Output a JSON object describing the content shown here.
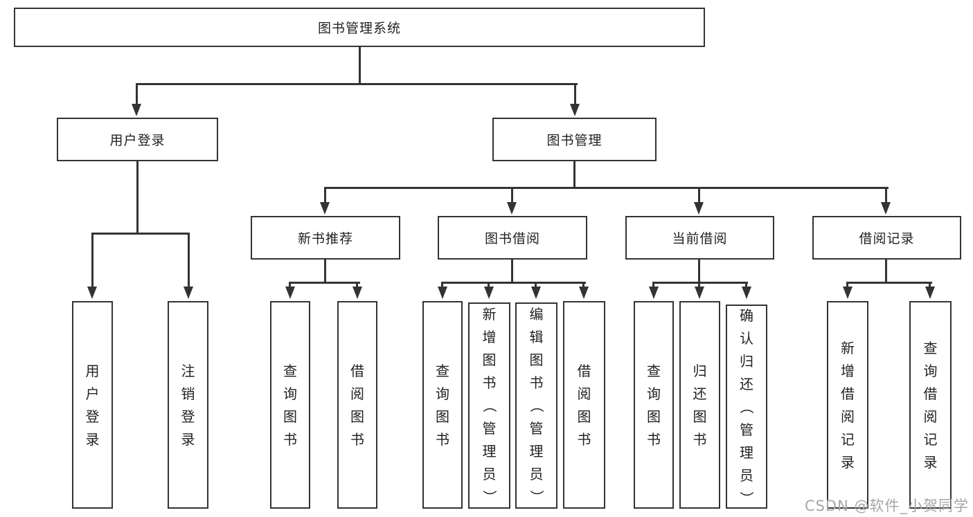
{
  "tree": {
    "root": "图书管理系统",
    "children": [
      {
        "label": "用户登录",
        "children": [
          "用户登录",
          "注销登录"
        ]
      },
      {
        "label": "图书管理",
        "children": [
          {
            "label": "新书推荐",
            "children": [
              "查询图书",
              "借阅图书"
            ]
          },
          {
            "label": "图书借阅",
            "children": [
              "查询图书",
              "新增图书（管理员）",
              "编辑图书（管理员）",
              "借阅图书"
            ]
          },
          {
            "label": "当前借阅",
            "children": [
              "查询图书",
              "归还图书",
              "确认归还（管理员）"
            ]
          },
          {
            "label": "借阅记录",
            "children": [
              "新增借阅记录",
              "查询借阅记录"
            ]
          }
        ]
      }
    ]
  },
  "watermark": {
    "text": "CSDN @软件_小贺同学"
  },
  "colors": {
    "line": "#333333",
    "text": "#222222",
    "bg": "#ffffff",
    "watermark": "#a6a6a6"
  }
}
